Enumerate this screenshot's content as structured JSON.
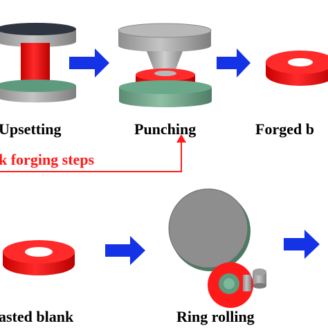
{
  "labels": {
    "upsetting": "Upsetting",
    "punching": "Punching",
    "forged_blank": "Forged b",
    "forging_steps": "k forging steps",
    "casted_blank": "asted blank",
    "ring_rolling": "Ring rolling"
  },
  "colors": {
    "workpiece": "#ff1a1a",
    "arrow": "#1432e6",
    "die_gray": "#9a9a9a",
    "die_green": "#6a9a82",
    "annotation": "#ff1a1a"
  }
}
